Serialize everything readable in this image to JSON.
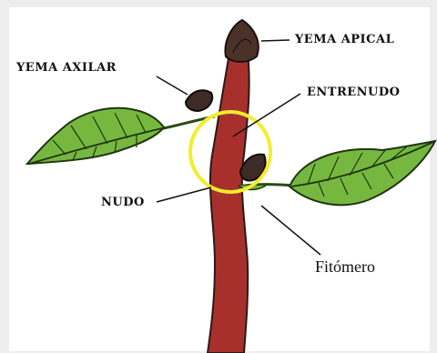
{
  "diagram": {
    "labels": {
      "apical_bud": "YEMA APICAL",
      "axillary_bud": "YEMA AXILAR",
      "internode": "ENTRENUDO",
      "node": "NUDO",
      "phytomer": "Fitómero"
    },
    "colors": {
      "stem": "#a7302d",
      "leaf": "#76b83f",
      "bud": "#3d2b25",
      "highlight": "#f4ec2e"
    }
  }
}
